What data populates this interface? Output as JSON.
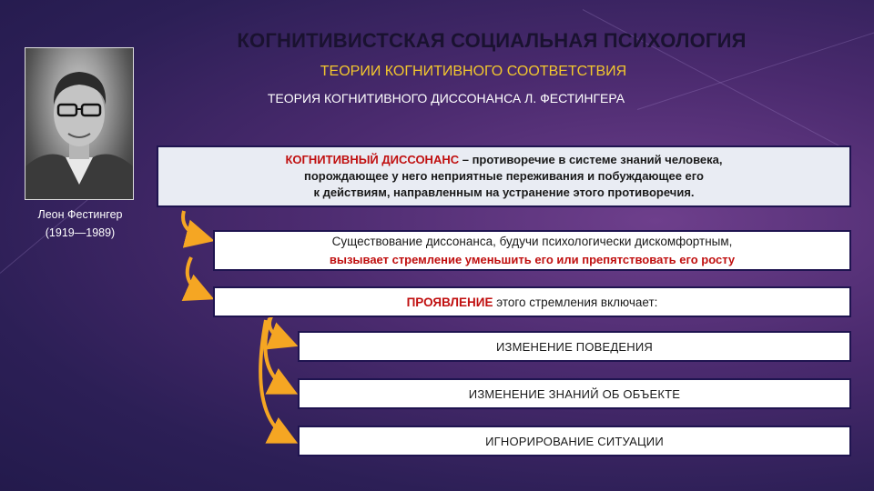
{
  "header": {
    "title": "КОГНИТИВИСТСКАЯ СОЦИАЛЬНАЯ ПСИХОЛОГИЯ",
    "subtitle": "ТЕОРИИ КОГНИТИВНОГО СООТВЕТСТВИЯ",
    "subsubtitle": "ТЕОРИЯ КОГНИТИВНОГО ДИССОНАНСА Л. ФЕСТИНГЕРА"
  },
  "portrait": {
    "name": "Леон Фестингер",
    "years": "(1919—1989)"
  },
  "definition": {
    "term": "КОГНИТИВНЫЙ ДИССОНАНС",
    "line1_rest": " – противоречие в системе знаний человека,",
    "line2": "порождающее у него неприятные переживания и побуждающее его",
    "line3": "к действиям, направленным на устранение этого противоречия."
  },
  "existence": {
    "line1": "Существование диссонанса, будучи психологически дискомфортным,",
    "line2": "вызывает стремление уменьшить его или препятствовать его росту"
  },
  "manifestation": {
    "keyword": "ПРОЯВЛЕНИЕ",
    "rest": " этого стремления включает:"
  },
  "items": [
    "ИЗМЕНЕНИЕ ПОВЕДЕНИЯ",
    "ИЗМЕНЕНИЕ ЗНАНИЙ ОБ ОБЪЕКТЕ",
    "ИГНОРИРОВАНИЕ СИТУАЦИИ"
  ],
  "colors": {
    "accent_red": "#c01010",
    "subtitle_gold": "#f2c62e",
    "arrow_orange": "#f5a623"
  }
}
